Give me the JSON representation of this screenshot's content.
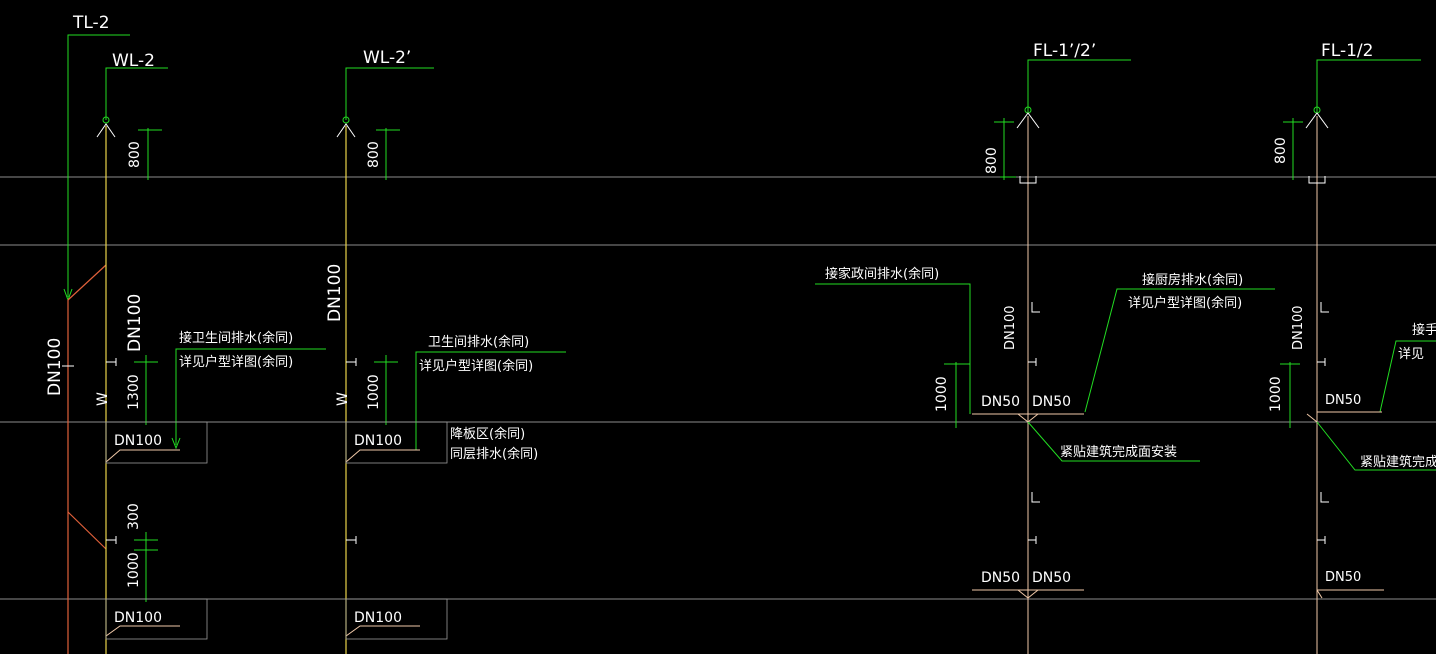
{
  "pipes": {
    "tl2": "TL-2",
    "wl2": "WL-2",
    "wl2p": "WL-2’",
    "fl12p": "FL-1’/2’",
    "fl12": "FL-1/2"
  },
  "sizes": {
    "dn100": "DN100",
    "dn50": "DN50"
  },
  "dims": {
    "d800": "800",
    "d1300": "1300",
    "d1000": "1000",
    "d300": "300"
  },
  "notes": {
    "toilet_drain_same": "接卫生间排水(余同)",
    "toilet_drain": "卫生间排水(余同)",
    "see_unit_detail": "详见户型详图(余同)",
    "sunken_zone": "降板区(余同)",
    "same_floor_drain": "同层排水(余同)",
    "laundry_drain": "接家政间排水(余同)",
    "kitchen_drain": "接厨房排水(余同)",
    "install_at_finish": "紧贴建筑完成面安装",
    "hand_wash_partial": "接手",
    "install_partial": "紧贴建筑完成面",
    "see_unit_partial": "详见",
    "w_mark": "W"
  },
  "colors": {
    "pipe_yellow": "#e8d34a",
    "dim_green": "#22dd22",
    "floor_grey": "#bdbdbd",
    "red_branch": "#e0603a",
    "drain_pink": "#f0c8a8"
  }
}
